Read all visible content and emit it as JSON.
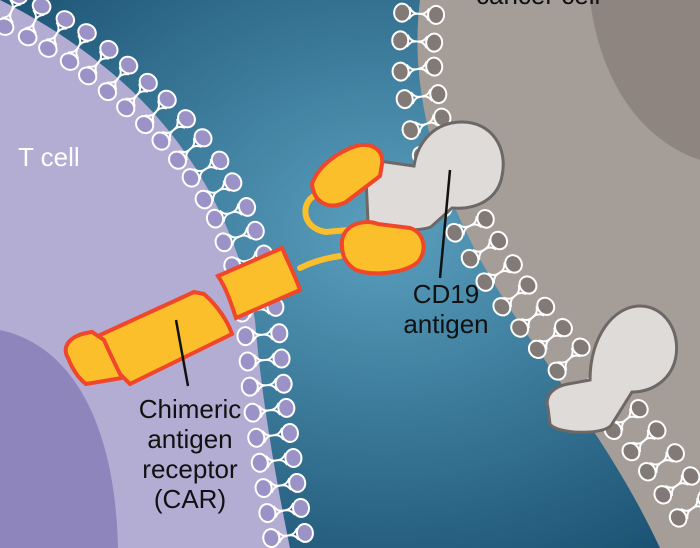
{
  "labels": {
    "t_cell": "T cell",
    "cancer_cell": "cancer cell",
    "cd19": [
      "CD19",
      "antigen"
    ],
    "car": [
      "Chimeric",
      "antigen",
      "receptor",
      "(CAR)"
    ]
  },
  "colors": {
    "background_center": "#5a9fbe",
    "background_edge": "#1b5273",
    "t_cell_body": "#b3acd3",
    "t_cell_nucleus": "#8f85bd",
    "membrane_t_cell": "#9b93c7",
    "cancer_cell_body": "#a59d98",
    "cancer_cell_nucleus": "#8e8581",
    "membrane_cancer": "#827a76",
    "car_fill": "#fbbf2c",
    "car_outline": "#f0462a",
    "antigen_fill": "#dedbd9",
    "antigen_outline": "#6d6866"
  }
}
